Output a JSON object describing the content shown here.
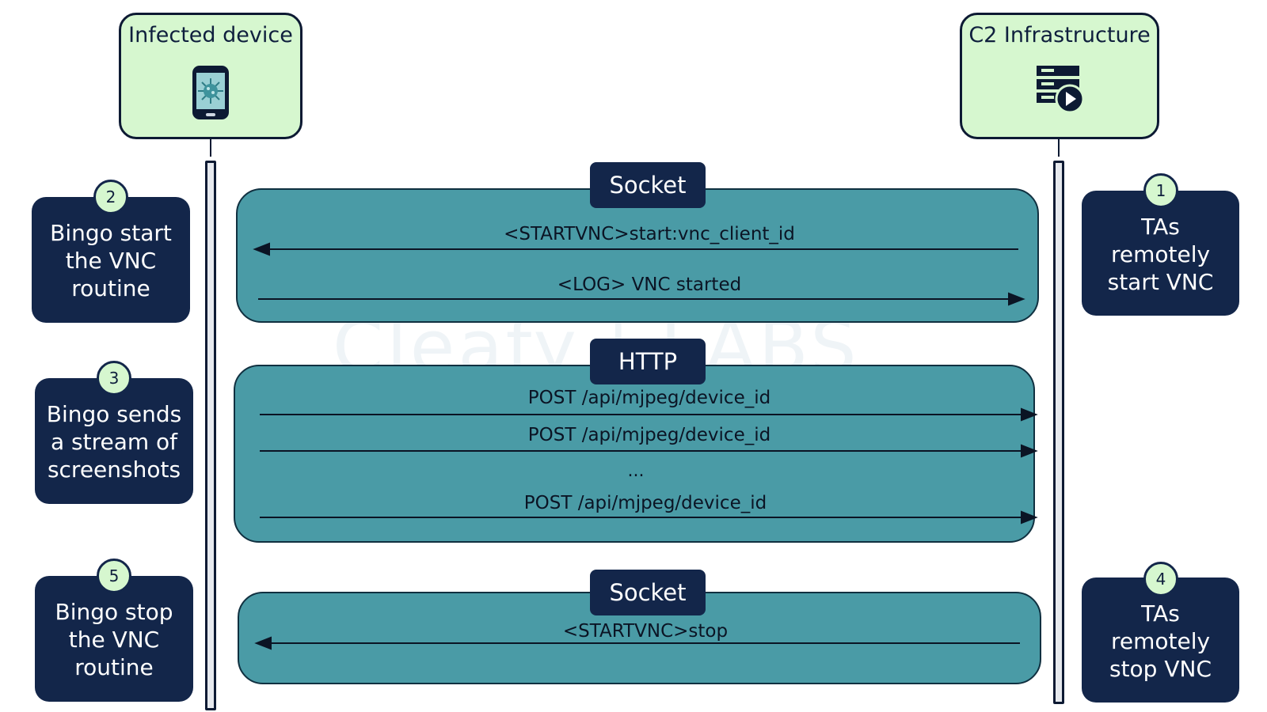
{
  "actors": {
    "device": {
      "title": "Infected device",
      "icon": "infected-phone-icon"
    },
    "c2": {
      "title": "C2 Infrastructure",
      "icon": "server-play-icon"
    }
  },
  "groups": [
    {
      "tag": "Socket",
      "messages": [
        {
          "label": "<STARTVNC>start:vnc_client_id",
          "direction": "c2-to-device"
        },
        {
          "label": "<LOG> VNC started",
          "direction": "device-to-c2"
        }
      ]
    },
    {
      "tag": "HTTP",
      "messages": [
        {
          "label": "POST /api/mjpeg/device_id",
          "direction": "device-to-c2"
        },
        {
          "label": "POST /api/mjpeg/device_id",
          "direction": "device-to-c2"
        },
        {
          "label": "POST /api/mjpeg/device_id",
          "direction": "device-to-c2"
        }
      ],
      "ellipsis": "..."
    },
    {
      "tag": "Socket",
      "messages": [
        {
          "label": "<STARTVNC>stop",
          "direction": "c2-to-device"
        }
      ]
    }
  ],
  "notes": {
    "step1": {
      "number": "1",
      "lines": [
        "TAs",
        "remotely",
        "start VNC"
      ]
    },
    "step2": {
      "number": "2",
      "lines": [
        "Bingo start",
        "the VNC",
        "routine"
      ]
    },
    "step3": {
      "number": "3",
      "lines": [
        "Bingo sends",
        "a stream of",
        "screenshots"
      ]
    },
    "step4": {
      "number": "4",
      "lines": [
        "TAs",
        "remotely",
        "stop VNC"
      ]
    },
    "step5": {
      "number": "5",
      "lines": [
        "Bingo stop",
        "the VNC",
        "routine"
      ]
    }
  },
  "watermark": "Cleafy | LABS",
  "colors": {
    "actor_fill": "#d6f7cf",
    "group_fill": "#4a9ba6",
    "tag_fill": "#13264a",
    "note_fill": "#13264a"
  }
}
